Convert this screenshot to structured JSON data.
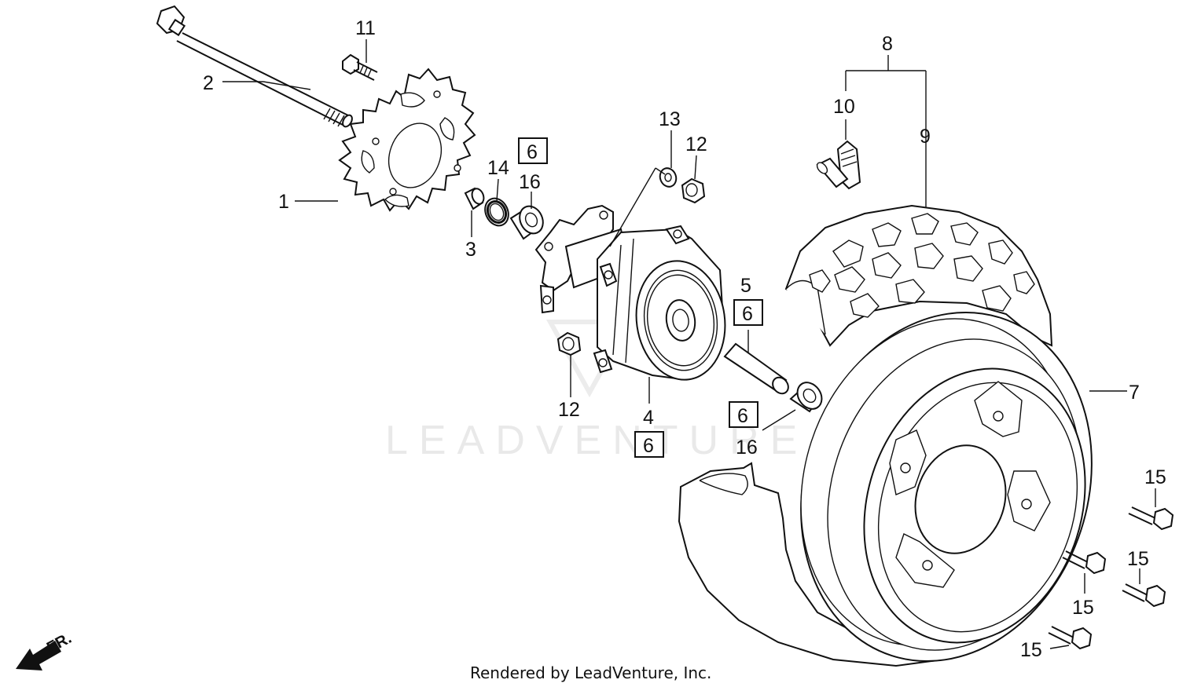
{
  "callouts": {
    "c1": "1",
    "c2": "2",
    "c3": "3",
    "c4": "4",
    "c5": "5",
    "c7": "7",
    "c8": "8",
    "c9": "9",
    "c10": "10",
    "c11": "11",
    "c12a": "12",
    "c12b": "12",
    "c13": "13",
    "c14": "14",
    "c15a": "15",
    "c15b": "15",
    "c15c": "15",
    "c15d": "15",
    "c16a": "16",
    "c16b": "16"
  },
  "boxed": {
    "b1": "6",
    "b2": "6",
    "b3": "6",
    "b4": "6"
  },
  "watermark": "LEADVENTURE",
  "front_arrow_label": "FR.",
  "footer": "Rendered by LeadVenture, Inc."
}
